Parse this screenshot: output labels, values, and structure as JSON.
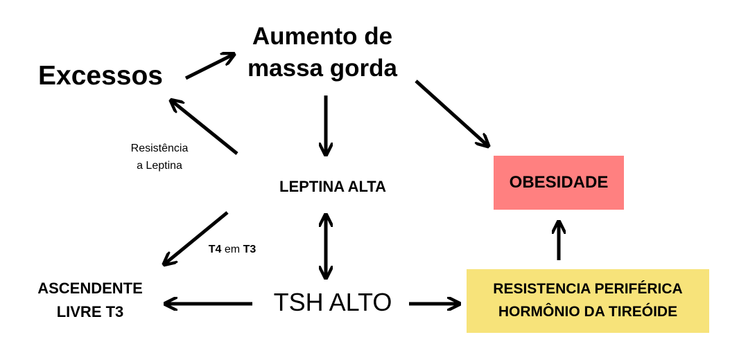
{
  "diagram": {
    "nodes": {
      "excessos": "Excessos",
      "massa_gorda_line1": "Aumento de",
      "massa_gorda_line2": "massa gorda",
      "leptina_alta": "LEPTINA ALTA",
      "obesidade": "OBESIDADE",
      "ascendente_line1": "ASCENDENTE",
      "ascendente_line2": "LIVRE T3",
      "tsh_alto": "TSH ALTO",
      "resistencia_line1": "RESISTENCIA PERIFÉRICA",
      "resistencia_line2": "HORMÔNIO DA TIREÓIDE"
    },
    "edge_labels": {
      "resistencia_leptina_line1": "Resistência",
      "resistencia_leptina_line2": "a Leptina",
      "t4_part1": "T4",
      "t4_part2": " em ",
      "t4_part3": "T3"
    },
    "colors": {
      "obesidade_box": "#ff8080",
      "resistencia_box": "#f7e37a",
      "arrow": "#000000"
    }
  }
}
